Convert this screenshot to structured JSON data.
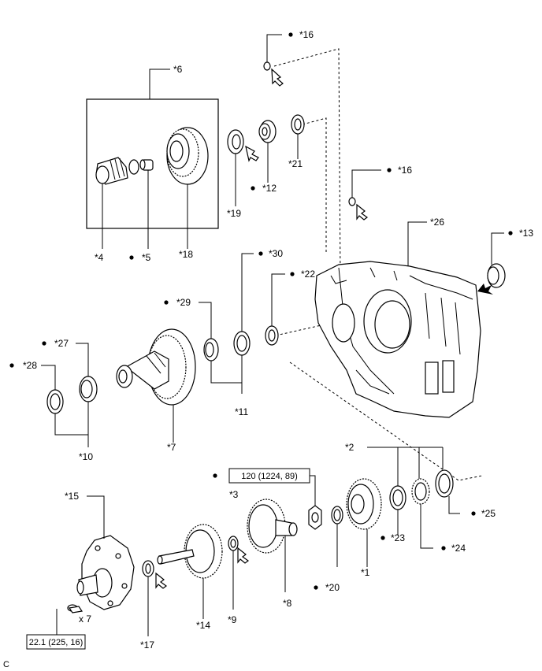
{
  "corner_letter": "C",
  "labels": {
    "p1": "*1",
    "p2": "*2",
    "p3": "*3",
    "p4": "*4",
    "p5": "*5",
    "p6": "*6",
    "p7": "*7",
    "p8": "*8",
    "p9": "*9",
    "p10": "*10",
    "p11": "*11",
    "p12": "*12",
    "p13": "*13",
    "p14": "*14",
    "p15": "*15",
    "p16a": "*16",
    "p16b": "*16",
    "p17": "*17",
    "p18": "*18",
    "p19": "*19",
    "p20": "*20",
    "p21": "*21",
    "p22": "*22",
    "p23": "*23",
    "p24": "*24",
    "p25": "*25",
    "p26": "*26",
    "p27": "*27",
    "p28": "*28",
    "p29": "*29",
    "p30": "*30"
  },
  "torque_specs": {
    "ring_gear_bolt": "120 (1224, 89)",
    "pump_bolt": "22.1 (225, 16)"
  },
  "bolt_quantity": "x 7"
}
